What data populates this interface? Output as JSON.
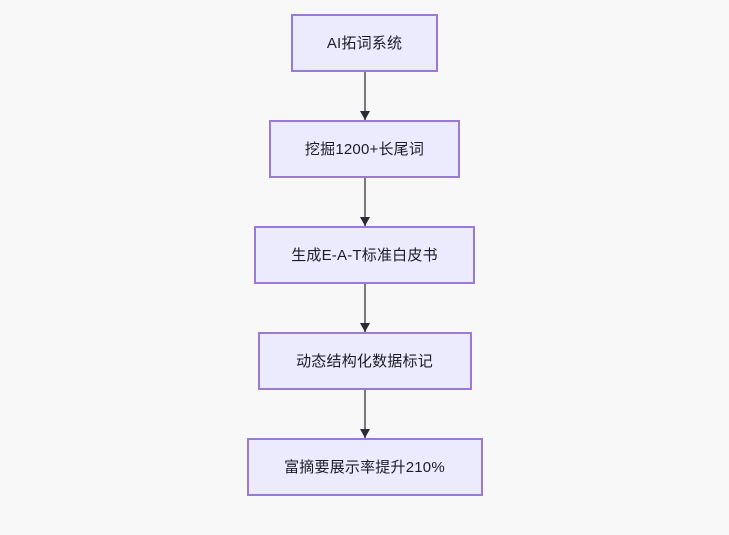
{
  "diagram": {
    "type": "flowchart",
    "direction": "top-to-bottom",
    "background_color": "#f8f8f9",
    "node_fill_color": "#eceafd",
    "node_border_color": "#9a7ad8",
    "connector_color": "#78787d",
    "arrowhead_color": "#2b2b33",
    "text_color": "#1c1c26",
    "nodes": [
      {
        "id": "n0",
        "label": "AI拓词系统"
      },
      {
        "id": "n1",
        "label": "挖掘1200+长尾词"
      },
      {
        "id": "n2",
        "label": "生成E-A-T标准白皮书"
      },
      {
        "id": "n3",
        "label": "动态结构化数据标记"
      },
      {
        "id": "n4",
        "label": "富摘要展示率提升210%"
      }
    ],
    "edges": [
      {
        "from": "n0",
        "to": "n1",
        "label": ""
      },
      {
        "from": "n1",
        "to": "n2",
        "label": ""
      },
      {
        "from": "n2",
        "to": "n3",
        "label": ""
      },
      {
        "from": "n3",
        "to": "n4",
        "label": ""
      }
    ]
  }
}
